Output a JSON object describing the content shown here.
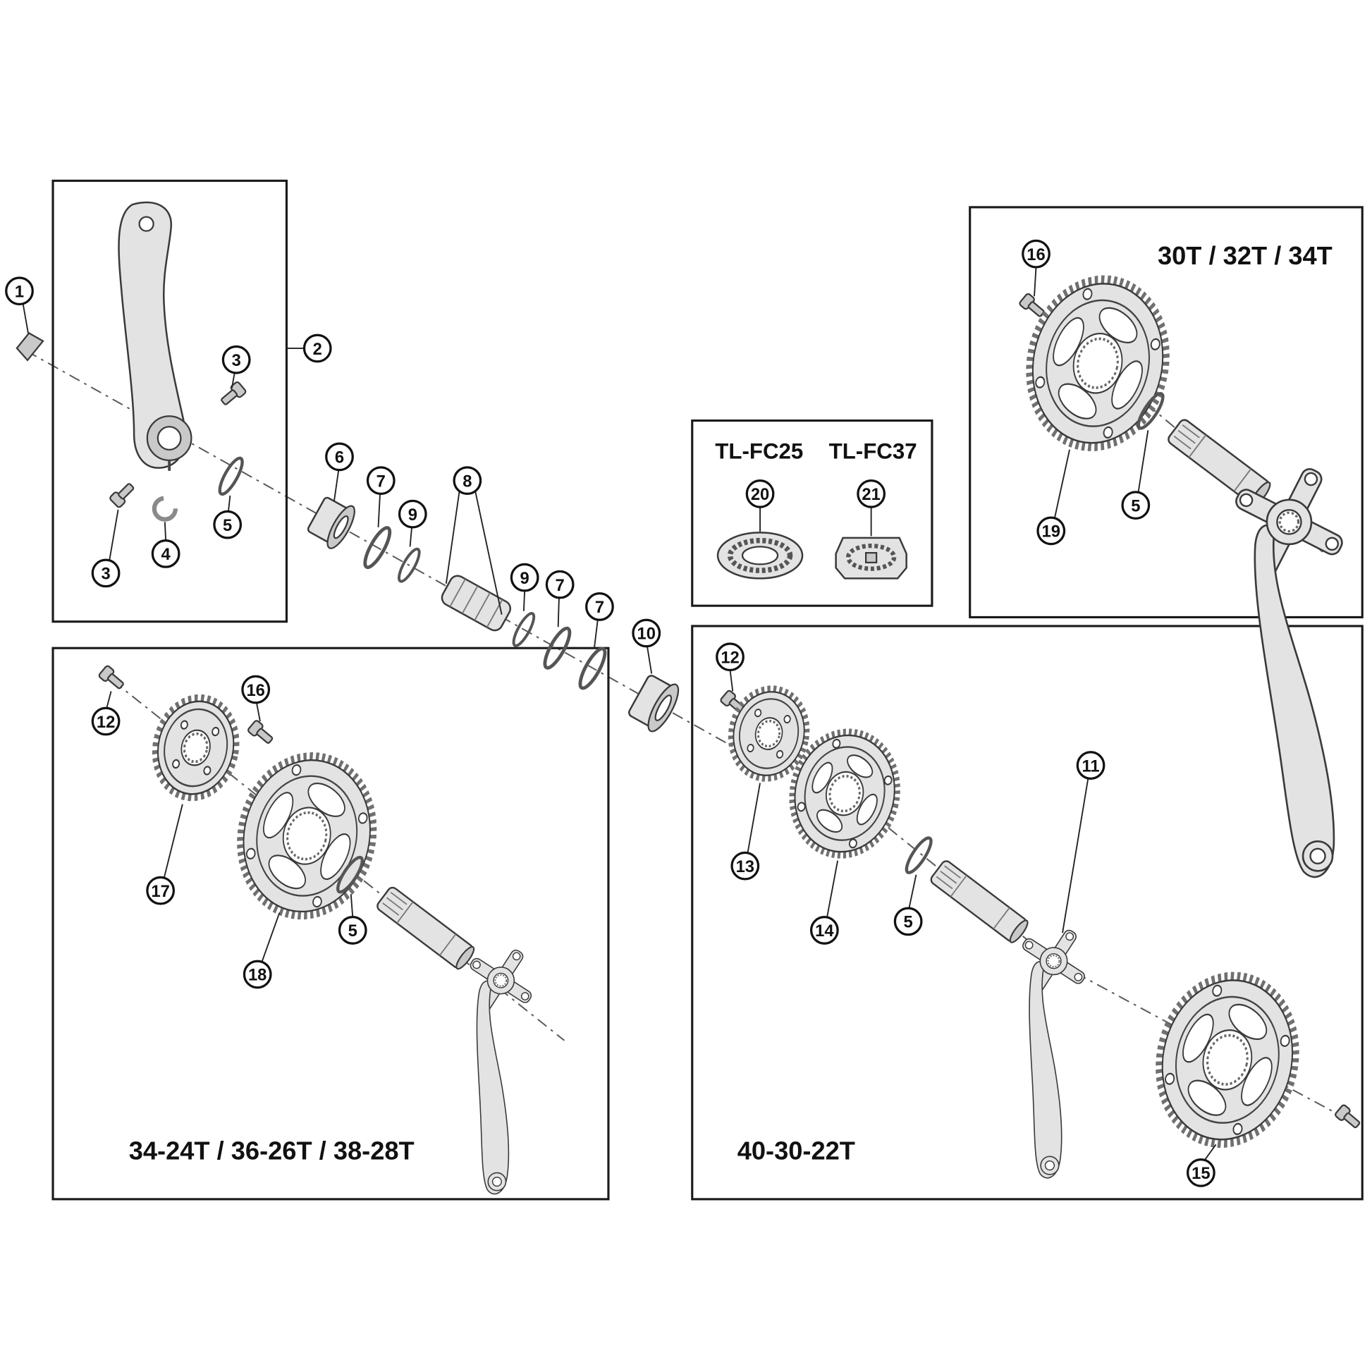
{
  "colors": {
    "background": "#ffffff",
    "line": "#1a1a1a",
    "part_fill": "#e3e3e3"
  },
  "labels": {
    "tools_1": "TL-FC25",
    "tools_2": "TL-FC37",
    "single_ring": "30T / 32T / 34T",
    "double_ring": "34-24T / 36-26T / 38-28T",
    "triple_ring": "40-30-22T"
  },
  "callouts": {
    "c1": "1",
    "c2": "2",
    "c3a": "3",
    "c3b": "3",
    "c4": "4",
    "c5a": "5",
    "c5b": "5",
    "c5c": "5",
    "c5d": "5",
    "c6": "6",
    "c7a": "7",
    "c7b": "7",
    "c7c": "7",
    "c8": "8",
    "c9a": "9",
    "c9b": "9",
    "c10": "10",
    "c11": "11",
    "c12a": "12",
    "c12b": "12",
    "c13": "13",
    "c14": "14",
    "c15": "15",
    "c16a": "16",
    "c16b": "16",
    "c17": "17",
    "c18": "18",
    "c19": "19",
    "c20": "20",
    "c21": "21"
  }
}
